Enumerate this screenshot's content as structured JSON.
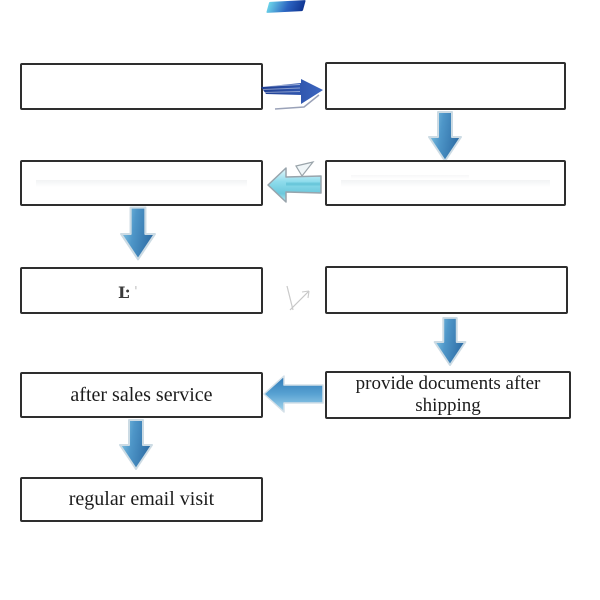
{
  "flowchart": {
    "boxes": [
      {
        "id": "step-1",
        "text": ""
      },
      {
        "id": "step-2",
        "text": ""
      },
      {
        "id": "step-3",
        "text": ""
      },
      {
        "id": "step-4",
        "text": ""
      },
      {
        "id": "step-5",
        "text": ""
      },
      {
        "id": "step-6",
        "text": ""
      },
      {
        "id": "step-7",
        "text": "after sales service"
      },
      {
        "id": "step-8",
        "text": "provide documents after shipping"
      },
      {
        "id": "step-9",
        "text": "regular email visit"
      }
    ],
    "arrows": [
      {
        "id": "arrow-step1-to-step2",
        "direction": "right",
        "style": "dark-blue-lined"
      },
      {
        "id": "arrow-step2-down",
        "direction": "down",
        "style": "blue-gradient"
      },
      {
        "id": "arrow-step4-to-step3",
        "direction": "left",
        "style": "light-cyan"
      },
      {
        "id": "arrow-step3-down",
        "direction": "down",
        "style": "blue-gradient"
      },
      {
        "id": "arrow-step6-down",
        "direction": "down",
        "style": "blue-gradient"
      },
      {
        "id": "arrow-step8-to-step7",
        "direction": "left",
        "style": "blue-gradient"
      },
      {
        "id": "arrow-step7-down",
        "direction": "down",
        "style": "blue-gradient"
      }
    ],
    "colors": {
      "background": "#ffffff",
      "box_border": "#2e2e2e",
      "text": "#1c1c1c",
      "arrow_dark_blue": "#24449c",
      "arrow_blue_mid": "#4e96c8",
      "arrow_blue_light": "#8fd0ea",
      "arrow_cyan_light": "#8edcec"
    },
    "artifacts": {
      "smudge_text": "Ŀ",
      "tick_text": "'"
    }
  }
}
